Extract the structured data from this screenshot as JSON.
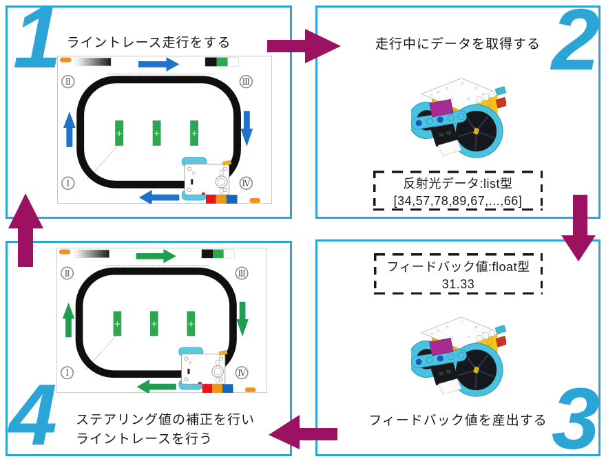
{
  "colors": {
    "panel_border_cyan": "#2ba5d5",
    "step_number_cyan": "#2ba5d5",
    "flow_arrow_magenta": "#9d1163",
    "mat_arrow_blue": "#1f73c8",
    "mat_arrow_green": "#1e9e4e",
    "mat_green_patch": "#2ba84d",
    "track_black": "#111111"
  },
  "panels": {
    "step1": {
      "number": "1",
      "title": "ライントレース走行をする"
    },
    "step2": {
      "number": "2",
      "title": "走行中にデータを取得する",
      "databox": {
        "label": "反射光データ:list型",
        "value": "[34,57,78,89,67,...,66]"
      }
    },
    "step3": {
      "number": "3",
      "caption": "フィードバック値を産出する",
      "databox": {
        "label": "フィードバック値:float型",
        "value": "31.33"
      }
    },
    "step4": {
      "number": "4",
      "caption_line1": "ステアリング値の補正を行い",
      "caption_line2": "ライントレースを行う"
    }
  },
  "mat": {
    "corners": {
      "top_left": "Ⅱ",
      "top_right": "Ⅲ",
      "bottom_left": "Ⅰ",
      "bottom_right": "Ⅳ"
    }
  },
  "flow": {
    "arrows": [
      {
        "name": "step1-to-step2",
        "direction": "right"
      },
      {
        "name": "step2-to-step3",
        "direction": "down"
      },
      {
        "name": "step3-to-step4",
        "direction": "left"
      },
      {
        "name": "step4-to-step1",
        "direction": "up"
      }
    ]
  }
}
